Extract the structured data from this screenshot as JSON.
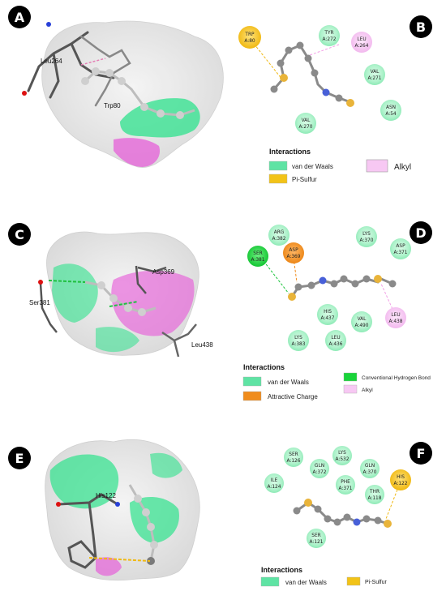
{
  "panels": {
    "A": {
      "letter": "A",
      "labels": [
        {
          "id": "leu264",
          "text": "Leu264"
        },
        {
          "id": "trp80",
          "text": "Trp80"
        }
      ]
    },
    "B": {
      "letter": "B",
      "residues": [
        {
          "id": "trp80",
          "l1": "TRP",
          "l2": "A:80",
          "type": "pisulfur"
        },
        {
          "id": "tyr272",
          "l1": "TYR",
          "l2": "A:272",
          "type": "vdw"
        },
        {
          "id": "leu264",
          "l1": "LEU",
          "l2": "A:264",
          "type": "alkyl"
        },
        {
          "id": "val271",
          "l1": "VAL",
          "l2": "A:271",
          "type": "vdw"
        },
        {
          "id": "asn54",
          "l1": "ASN",
          "l2": "A:54",
          "type": "vdw"
        },
        {
          "id": "val270",
          "l1": "VAL",
          "l2": "A:270",
          "type": "vdw"
        }
      ],
      "legend": {
        "title": "Interactions",
        "items": [
          {
            "id": "vdw",
            "text": "van der Waals",
            "color": "#5fe3a4"
          },
          {
            "id": "pisulfur",
            "text": "Pi-Sulfur",
            "color": "#f2c318"
          },
          {
            "id": "alkyl",
            "text": "Alkyl",
            "color": "#f4bdf0"
          }
        ]
      }
    },
    "C": {
      "letter": "C",
      "labels": [
        {
          "id": "asp369",
          "text": "Asp369"
        },
        {
          "id": "ser381",
          "text": "Ser381"
        },
        {
          "id": "leu438",
          "text": "Leu438"
        }
      ]
    },
    "D": {
      "letter": "D",
      "residues": [
        {
          "id": "arg382",
          "l1": "ARG",
          "l2": "A:382",
          "type": "vdw"
        },
        {
          "id": "lys370",
          "l1": "LYS",
          "l2": "A:370",
          "type": "vdw"
        },
        {
          "id": "asp371",
          "l1": "ASP",
          "l2": "A:371",
          "type": "vdw"
        },
        {
          "id": "ser381",
          "l1": "SER",
          "l2": "A:381",
          "type": "hbond"
        },
        {
          "id": "asp369",
          "l1": "ASP",
          "l2": "A:369",
          "type": "charge"
        },
        {
          "id": "his437",
          "l1": "HIS",
          "l2": "A:437",
          "type": "vdw"
        },
        {
          "id": "val490",
          "l1": "VAL",
          "l2": "A:490",
          "type": "vdw"
        },
        {
          "id": "leu438",
          "l1": "LEU",
          "l2": "A:438",
          "type": "alkyl"
        },
        {
          "id": "lys383",
          "l1": "LYS",
          "l2": "A:383",
          "type": "vdw"
        },
        {
          "id": "leu436",
          "l1": "LEU",
          "l2": "A:436",
          "type": "vdw"
        }
      ],
      "legend": {
        "title": "Interactions",
        "items": [
          {
            "id": "vdw",
            "text": "van der Waals",
            "color": "#5fe3a4"
          },
          {
            "id": "charge",
            "text": "Attractive Charge",
            "color": "#f08c1c"
          },
          {
            "id": "hbond",
            "text": "Conventional Hydrogen Bond",
            "color": "#19d43a"
          },
          {
            "id": "alkyl",
            "text": "Alkyl",
            "color": "#f4bdf0"
          }
        ]
      }
    },
    "E": {
      "letter": "E",
      "labels": [
        {
          "id": "his122",
          "text": "His122"
        }
      ]
    },
    "F": {
      "letter": "F",
      "residues": [
        {
          "id": "ser126",
          "l1": "SER",
          "l2": "A:126",
          "type": "vdw"
        },
        {
          "id": "lys532",
          "l1": "LYS",
          "l2": "A:532",
          "type": "vdw"
        },
        {
          "id": "gln372",
          "l1": "GLN",
          "l2": "A:372",
          "type": "vdw"
        },
        {
          "id": "gln370",
          "l1": "GLN",
          "l2": "A:370",
          "type": "vdw"
        },
        {
          "id": "ile124",
          "l1": "ILE",
          "l2": "A:124",
          "type": "vdw"
        },
        {
          "id": "phe371",
          "l1": "PHE",
          "l2": "A:371",
          "type": "vdw"
        },
        {
          "id": "thr118",
          "l1": "THR",
          "l2": "A:118",
          "type": "vdw"
        },
        {
          "id": "his122",
          "l1": "HIS",
          "l2": "A:122",
          "type": "pisulfur"
        },
        {
          "id": "ser121",
          "l1": "SER",
          "l2": "A:121",
          "type": "vdw"
        }
      ],
      "legend": {
        "title": "Interactions",
        "items": [
          {
            "id": "vdw",
            "text": "van der Waals",
            "color": "#5fe3a4"
          },
          {
            "id": "pisulfur",
            "text": "Pi-Sulfur",
            "color": "#f2c318"
          }
        ]
      }
    }
  },
  "atoms": {
    "N": "N",
    "S": "S"
  },
  "colors": {
    "vdw": "#b5f5d1",
    "vdw_ring": "#5fe3a4",
    "pisulfur": "#f2c318",
    "charge": "#f08c1c",
    "hbond": "#19d43a",
    "alkyl": "#f7c8f3",
    "carbon": "#8d8d8d",
    "nitrogen": "#3a4ecc",
    "sulfur": "#e9b43a"
  }
}
